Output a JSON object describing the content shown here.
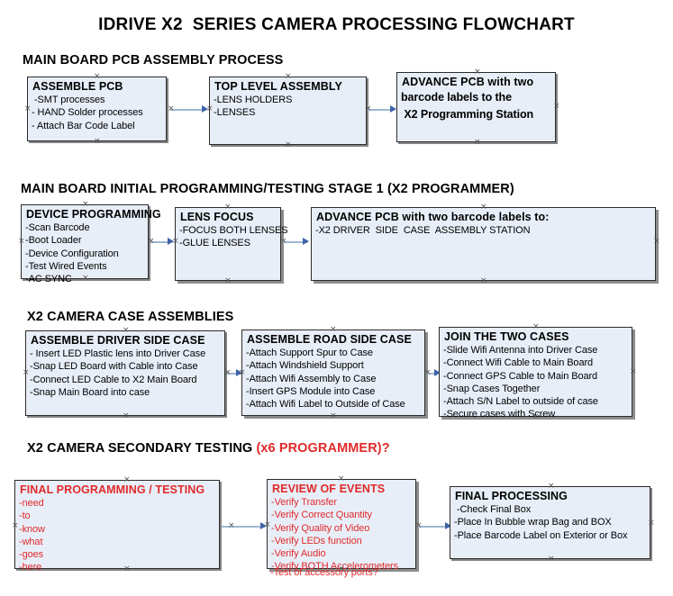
{
  "document": {
    "title": "IDRIVE X2  SERIES CAMERA PROCESSING FLOWCHART",
    "accent_red": "#e02a2a",
    "box_fill": "#e8eef8",
    "box_border": "#2b2b2b",
    "connector_color": "#9fb6cf",
    "arrow_color": "#3e63a8"
  },
  "sections": [
    {
      "heading": "MAIN BOARD PCB ASSEMBLY PROCESS",
      "heading_suffix": "",
      "boxes": [
        {
          "title": "ASSEMBLE PCB",
          "lines": [
            " -SMT processes",
            "- HAND Solder processes",
            "- Attach Bar Code Label"
          ]
        },
        {
          "title": "TOP LEVEL ASSEMBLY",
          "lines": [
            "-LENS HOLDERS",
            "-LENSES"
          ]
        },
        {
          "title": "ADVANCE PCB with two",
          "lines": [
            "barcode labels to the",
            " X2 Programming Station"
          ]
        }
      ]
    },
    {
      "heading": "MAIN BOARD INITIAL PROGRAMMING/TESTING STAGE 1 (X2 PROGRAMMER)",
      "heading_suffix": "",
      "boxes": [
        {
          "title": "DEVICE PROGRAMMING",
          "lines": [
            "-Scan Barcode",
            "-Boot Loader",
            "-Device Configuration",
            "-Test Wired Events",
            "-AC SYNC"
          ]
        },
        {
          "title": "LENS FOCUS",
          "lines": [
            "-FOCUS BOTH LENSES",
            "-GLUE LENSES"
          ]
        },
        {
          "title": "ADVANCE PCB with two barcode labels to:",
          "lines": [
            "-X2 DRIVER  SIDE  CASE  ASSEMBLY STATION"
          ]
        }
      ]
    },
    {
      "heading": "X2 CAMERA CASE ASSEMBLIES",
      "heading_suffix": "",
      "boxes": [
        {
          "title": "ASSEMBLE DRIVER SIDE CASE",
          "lines": [
            "- Insert LED Plastic lens into Driver Case",
            "-Snap LED Board with Cable into Case",
            "-Connect LED Cable to X2 Main Board",
            "-Snap Main Board into case"
          ]
        },
        {
          "title": "ASSEMBLE ROAD SIDE CASE",
          "lines": [
            "-Attach Support Spur to Case",
            "-Attach Windshield Support",
            "-Attach Wifi Assembly to Case",
            "-Insert GPS Module into Case",
            "-Attach Wifi Label to Outside of Case"
          ]
        },
        {
          "title": "JOIN THE TWO CASES",
          "lines": [
            "-Slide Wifi Antenna into Driver Case",
            "-Connect Wifi Cable to Main Board",
            "-Connect GPS Cable to Main Board",
            "-Snap Cases Together",
            "-Attach S/N Label to outside of case",
            "-Secure cases with Screw"
          ]
        }
      ]
    },
    {
      "heading": "X2 CAMERA SECONDARY TESTING ",
      "heading_suffix": "(x6 PROGRAMMER)?",
      "boxes": [
        {
          "title": "FINAL PROGRAMMING / TESTING",
          "lines": [
            "-need",
            "-to",
            "-know",
            "-what",
            "-goes",
            "-here"
          ]
        },
        {
          "title": "REVIEW OF EVENTS",
          "lines": [
            "-Verify Transfer",
            "-Verify Correct Quantity",
            "-Verify Quality of Video",
            "-Verify LEDs function",
            "-Verify Audio",
            "-Verify BOTH Accelerometers",
            "-Test of accessory ports?"
          ]
        },
        {
          "title": "FINAL PROCESSING",
          "lines": [
            " -Check Final Box",
            "-Place In Bubble wrap Bag and BOX",
            "-Place Barcode Label on Exterior or Box"
          ]
        }
      ]
    }
  ]
}
